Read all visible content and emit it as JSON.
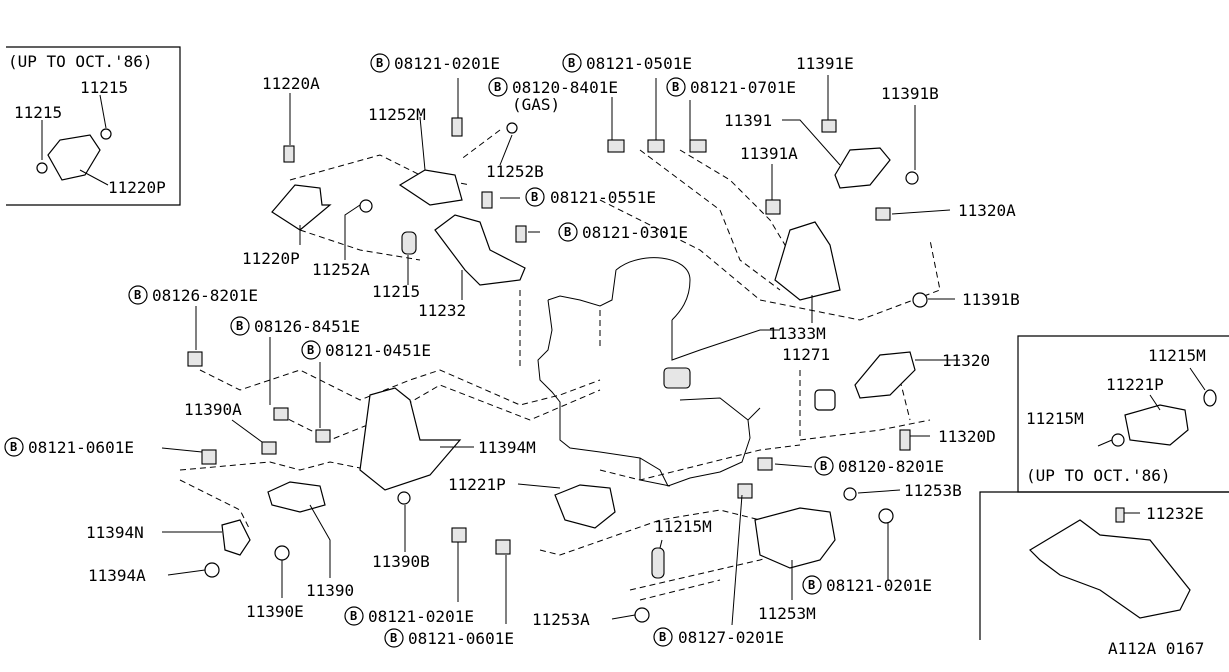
{
  "diagram_code": "A112A 0167",
  "insets": {
    "left_caption": "(UP TO OCT.'86)",
    "right_caption": "(UP TO OCT.'86)"
  },
  "labels": [
    "11215",
    "11215",
    "11220P",
    "11220A",
    "11252M",
    "11252B",
    "11220P",
    "11252A",
    "11215",
    "11232",
    "08121-0201E",
    "08120-8401E",
    "(GAS)",
    "08121-0501E",
    "08121-0701E",
    "08121-0551E",
    "08121-0301E",
    "11391E",
    "11391B",
    "11391",
    "11391A",
    "11320A",
    "11391B",
    "08126-8201E",
    "08126-8451E",
    "08121-0451E",
    "11333M",
    "11271",
    "11320",
    "11320D",
    "11390A",
    "08121-0601E",
    "11394M",
    "11221P",
    "08120-8201E",
    "11253B",
    "11394N",
    "11394A",
    "11390",
    "11390B",
    "11390E",
    "11215M",
    "08121-0201E",
    "08121-0601E",
    "11253A",
    "08127-0201E",
    "11253M",
    "08121-0201E",
    "11215M",
    "11221P",
    "11215M",
    "11232E"
  ],
  "bolt_marker": "B"
}
